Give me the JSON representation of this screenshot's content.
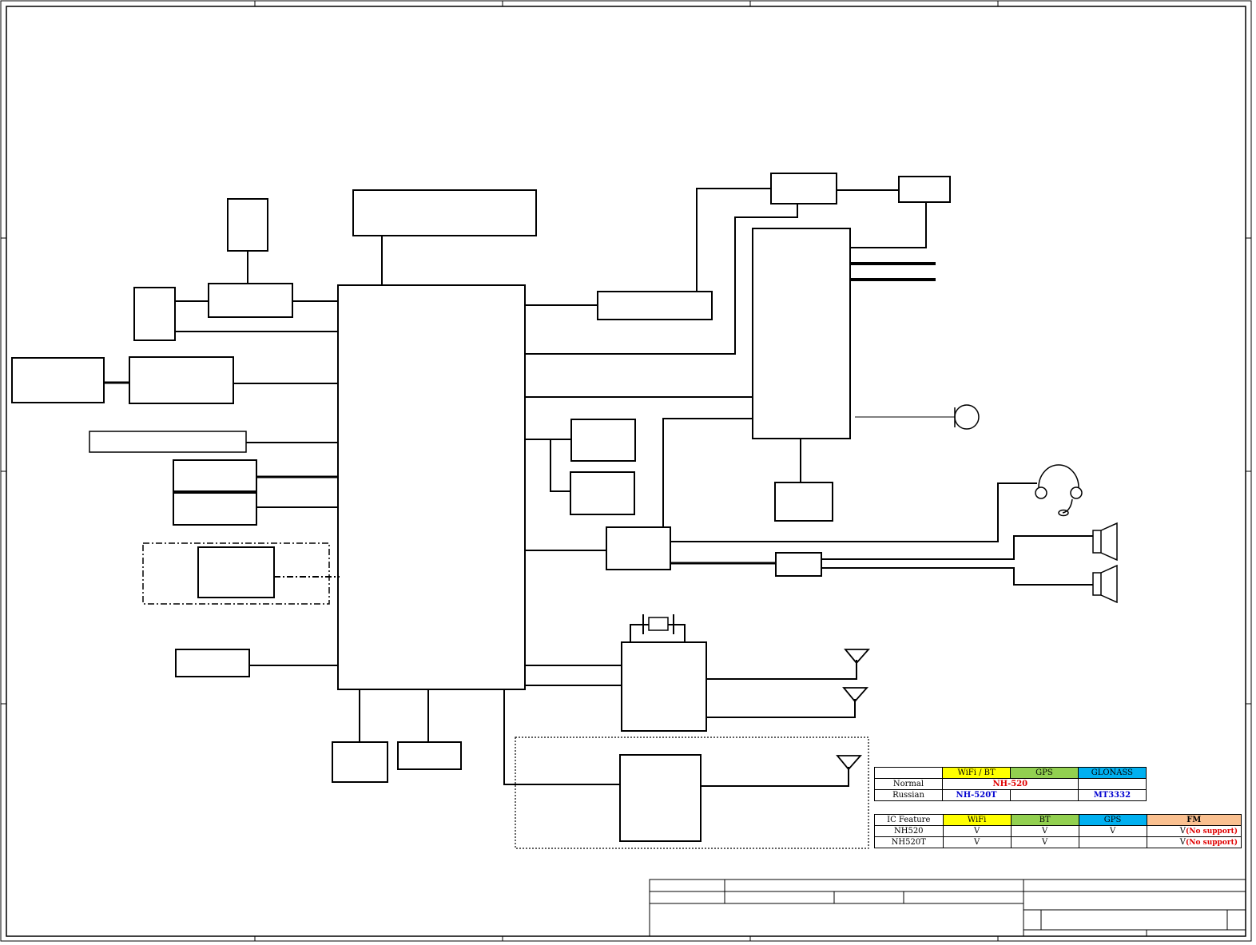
{
  "colors": {
    "yellow": "#ffff00",
    "green": "#92d050",
    "cyan": "#00b0f0",
    "peach": "#fac090",
    "red": "#e00000",
    "blue": "#0000d0"
  },
  "wireless_table": {
    "headers": [
      "",
      "WiFi / BT",
      "GPS",
      "GLONASS"
    ],
    "rows": [
      {
        "label": "Normal",
        "combined": "NH-520",
        "glonass": ""
      },
      {
        "label": "Russian",
        "wifi_bt": "NH-520T",
        "gps": "",
        "glonass": "MT3332"
      }
    ]
  },
  "feature_table": {
    "headers": [
      "IC Feature",
      "WiFi",
      "BT",
      "GPS",
      "FM"
    ],
    "rows": [
      {
        "label": "NH520",
        "wifi": "V",
        "bt": "V",
        "gps": "V",
        "fm": "V",
        "fm_note": "(No support)"
      },
      {
        "label": "NH520T",
        "wifi": "V",
        "bt": "V",
        "gps": "",
        "fm": "V",
        "fm_note": "(No support)"
      }
    ]
  }
}
